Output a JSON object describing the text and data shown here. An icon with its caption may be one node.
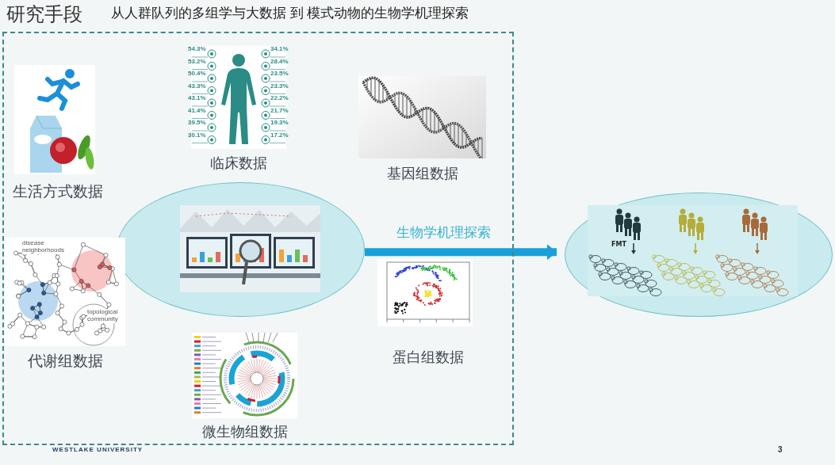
{
  "diagram": {
    "title": "研究手段",
    "nodes": [
      {
        "text": [],
        "shape": "box"
      },
      {
        "text": [
          "生活方式数据"
        ],
        "in": 0
      },
      {
        "text": [
          "临床数据"
        ],
        "in": 0
      },
      {
        "text": [
          "基因组数据"
        ],
        "in": 0
      },
      {
        "text": [],
        "shape": "circle",
        "in": 0
      },
      {
        "text": [
          "代谢组数据"
        ],
        "in": 0
      },
      {
        "text": [
          "蛋白组数据"
        ],
        "in": 0
      },
      {
        "text": [
          "微生物组数据"
        ],
        "in": 0
      },
      {
        "text": [
          "FMT"
        ]
      }
    ],
    "edges": [
      {
        "from": 4,
        "to": 8,
        "arrow": "to",
        "label": "生物学机理探索",
        "color": "#1aa0d8"
      }
    ],
    "labels": [
      "从人群队列的多组学与大数据 到 模式动物的生物学机理探索",
      "54.3%",
      "53.2%",
      "50.4%",
      "43.3%",
      "43.1%",
      "41.4%",
      "39.5%",
      "30.1%",
      "34.1%",
      "28.4%",
      "23.5%",
      "23.3%",
      "22.2%",
      "21.7%",
      "19.3%",
      "17.2%",
      "disease neighborhoods",
      "topological community",
      "WESTLAKE UNIVERSITY",
      "3"
    ]
  }
}
